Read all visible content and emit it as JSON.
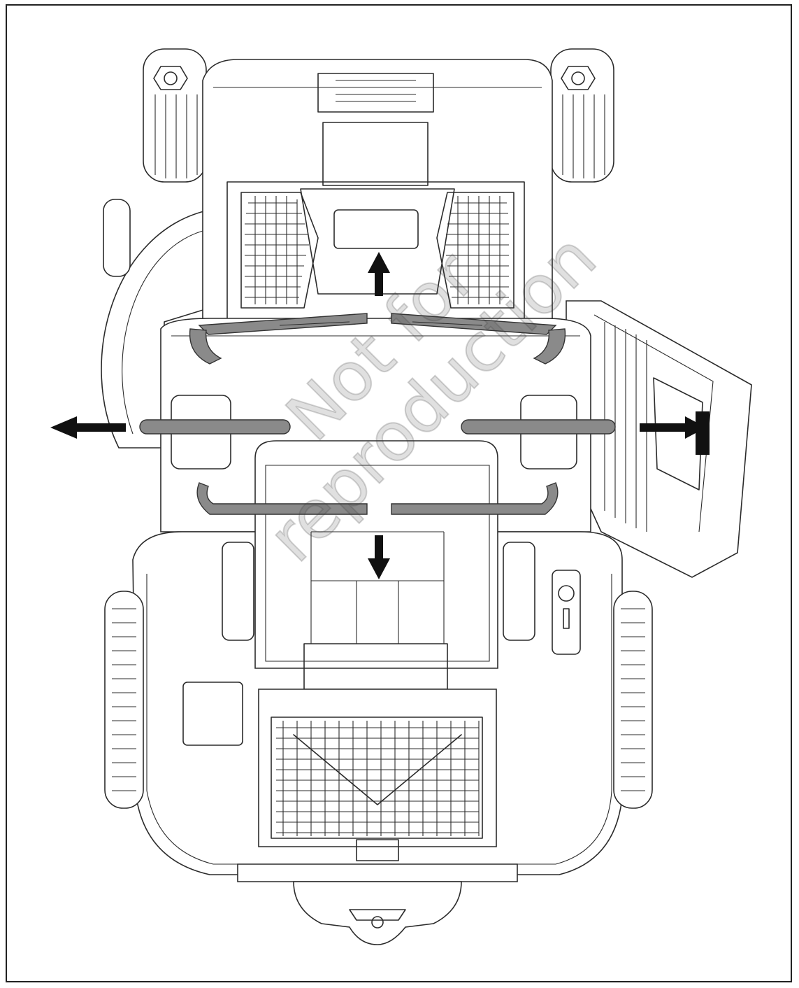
{
  "watermark": {
    "line1": "Not for",
    "line2": "reproduction"
  },
  "arrows": [
    {
      "id": "up",
      "direction": "up"
    },
    {
      "id": "down",
      "direction": "down"
    },
    {
      "id": "left",
      "direction": "left"
    },
    {
      "id": "right",
      "direction": "right"
    }
  ],
  "colors": {
    "line": "#2b2b2b",
    "handle": "#8a8a8a",
    "arrow": "#111111"
  }
}
